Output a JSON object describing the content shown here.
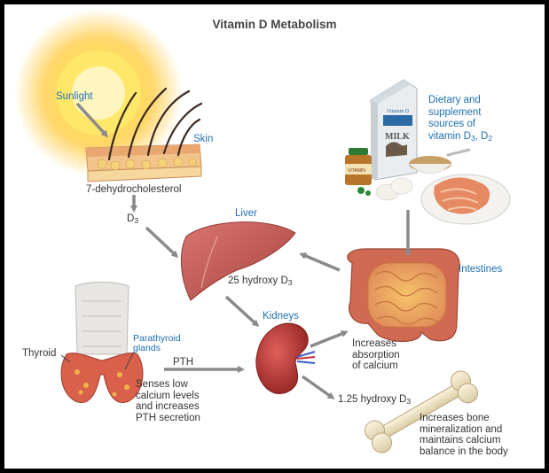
{
  "title": "Vitamin D Metabolism",
  "labels": {
    "sunlight": "Sunlight",
    "skin": "Skin",
    "dehydro": "7-dehydrocholesterol",
    "d3": {
      "main": "D",
      "sub": "3"
    },
    "liver": "Liver",
    "hydroxy25": {
      "main": "25 hydroxy D",
      "sub": "3"
    },
    "dietary": [
      "Dietary and",
      "supplement",
      "sources of"
    ],
    "dietary_vit": {
      "a": "vitamin D",
      "a_sub": "3",
      "b": ", D",
      "b_sub": "2"
    },
    "intestines": "Intestines",
    "kidneys": "Kidneys",
    "absorption": [
      "Increases",
      "absorption",
      "of calcium"
    ],
    "thyroid": "Thyroid",
    "parathyroid": [
      "Parathyroid",
      "glands"
    ],
    "pth": "PTH",
    "senses": [
      "Senses low",
      "calcium levels",
      "and increases",
      "PTH secretion"
    ],
    "hydroxy125": {
      "main": "1.25 hydroxy D",
      "sub": "3"
    },
    "bone": [
      "Increases bone",
      "mineralization and",
      "maintains calcium",
      "balance in the body"
    ]
  },
  "milk_carton": {
    "brand": "Vitamin D",
    "word": "MILK"
  },
  "supplement_bottle": "VITAMIN",
  "colors": {
    "accent_label": "#1f6fb2",
    "arrow": "#8a8a8a",
    "liver": "#c8605a",
    "kidney": "#c0433f",
    "intestine": "#e9a24f",
    "sun": "#ffd23a"
  }
}
